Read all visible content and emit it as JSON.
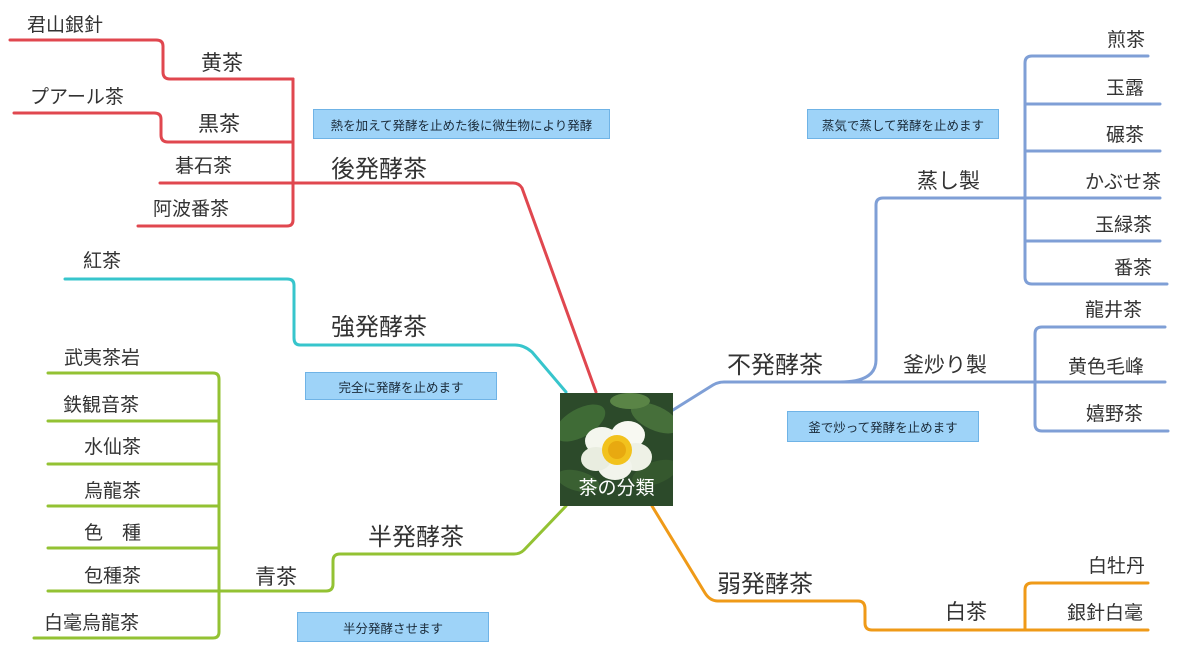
{
  "center": {
    "title": "茶の分類",
    "icon": "camellia-flower-photo"
  },
  "colors": {
    "post": "#e0474f",
    "strong": "#37c5cc",
    "semi": "#93c233",
    "none": "#7f9fd6",
    "weak": "#ef9a18",
    "note_bg": "#9ed3f8"
  },
  "branches": {
    "post": {
      "label": "後発酵茶",
      "note": "熱を加えて発酵を止めた後に微生物により発酵",
      "sub": {
        "yellow": "黄茶",
        "dark": "黒茶"
      },
      "leaves": {
        "junshan": "君山銀針",
        "puer": "プアール茶",
        "goishi": "碁石茶",
        "awa": "阿波番茶"
      }
    },
    "strong": {
      "label": "強発酵茶",
      "note": "完全に発酵を止めます",
      "leaves": [
        "紅茶"
      ]
    },
    "semi": {
      "label": "半発酵茶",
      "note": "半分発酵させます",
      "sub": "青茶",
      "leaves": [
        "武夷茶岩",
        "鉄観音茶",
        "水仙茶",
        "烏龍茶",
        "色　種",
        "包種茶",
        "白毫烏龍茶"
      ]
    },
    "none": {
      "label": "不発酵茶",
      "steamed": {
        "label": "蒸し製",
        "note": "蒸気で蒸して発酵を止めます",
        "leaves": [
          "煎茶",
          "玉露",
          "碾茶",
          "かぶせ茶",
          "玉緑茶",
          "番茶"
        ]
      },
      "panfired": {
        "label": "釜炒り製",
        "note": "釜で炒って発酵を止めます",
        "leaves": [
          "龍井茶",
          "黄色毛峰",
          "嬉野茶"
        ]
      }
    },
    "weak": {
      "label": "弱発酵茶",
      "sub": "白茶",
      "leaves": [
        "白牡丹",
        "銀針白毫"
      ]
    }
  }
}
